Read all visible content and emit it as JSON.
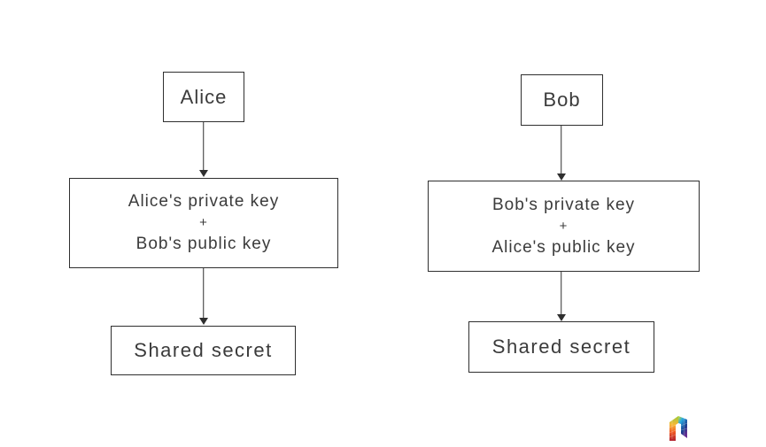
{
  "page": {
    "background_color": "#ffffff",
    "stroke_color": "#2f2f2f",
    "text_color": "#3b3b3b"
  },
  "diagram": {
    "type": "flowchart",
    "columns": [
      {
        "actor": "Alice",
        "combine_line1": "Alice's private key",
        "combine_operator": "+",
        "combine_line2": "Bob's public key",
        "result": "Shared secret"
      },
      {
        "actor": "Bob",
        "combine_line1": "Bob's private key",
        "combine_operator": "+",
        "combine_line2": "Alice's public key",
        "result": "Shared secret"
      }
    ]
  },
  "branding": {
    "logo_icon": "rainbow-arch-logo",
    "logo_colors": [
      "#9bca3b",
      "#f7b733",
      "#f15a24",
      "#b01f2e",
      "#d7df23",
      "#29abe2",
      "#1b3f8f",
      "#662d91"
    ]
  }
}
